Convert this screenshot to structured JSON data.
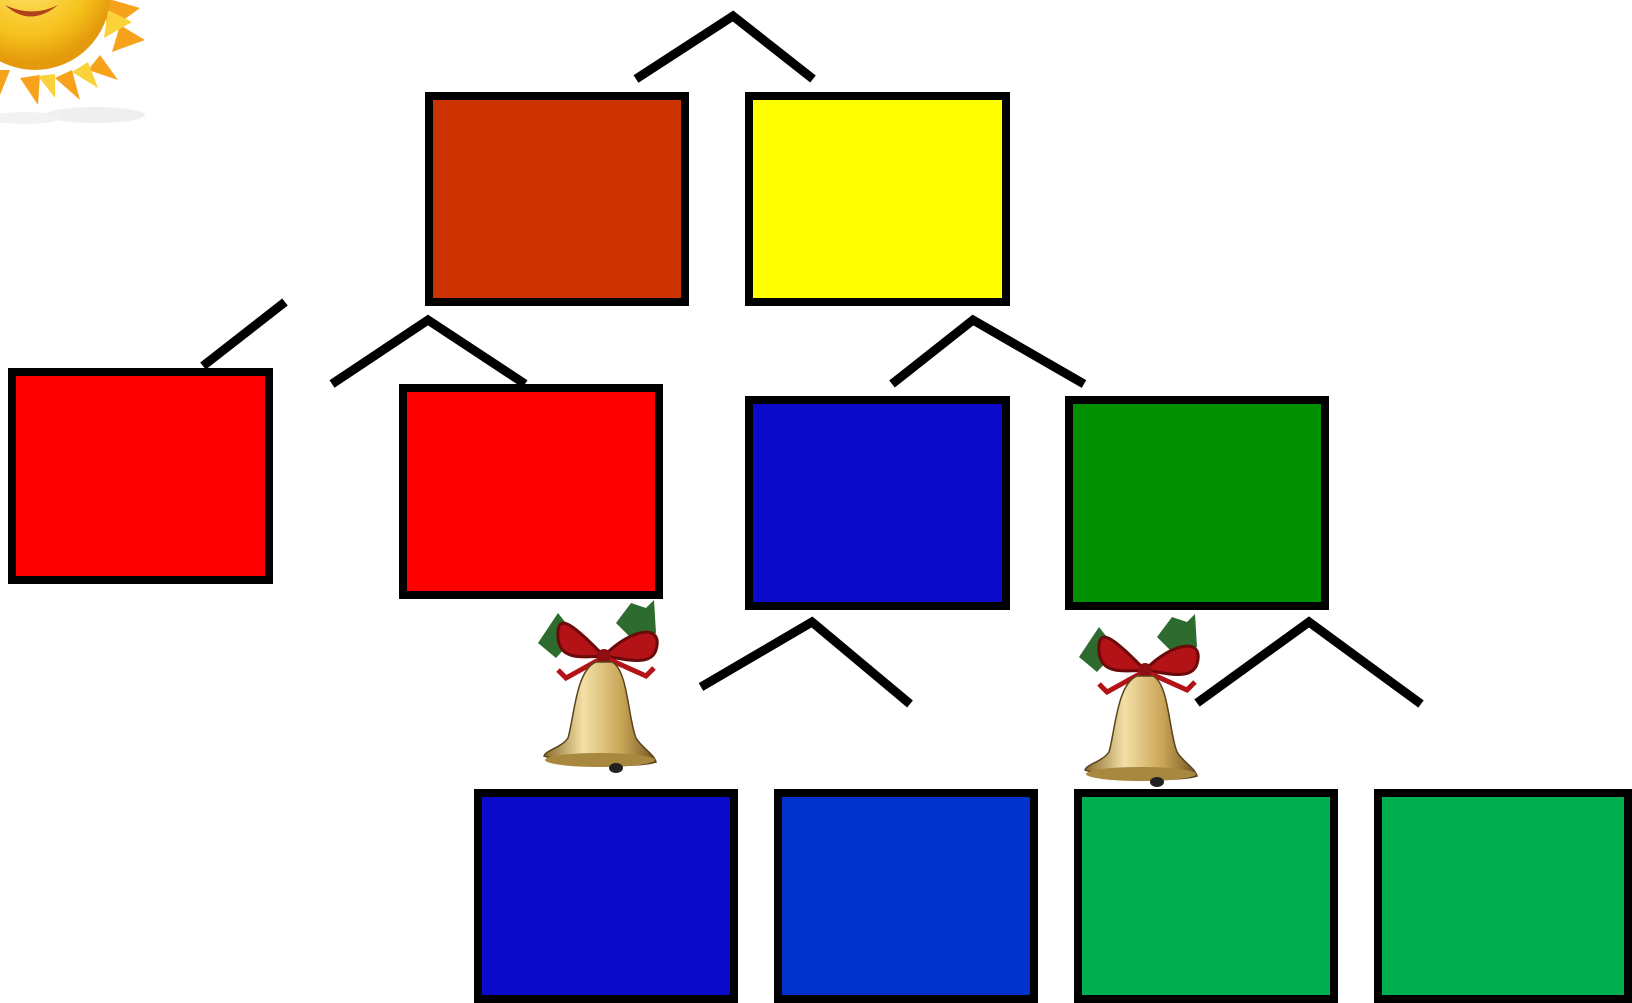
{
  "decorations": {
    "sun_icon": "sun-icon",
    "bell_icon": "bell-icon"
  },
  "colors": {
    "border": "#000000",
    "rust": "#CC3300",
    "yellow": "#FFFF00",
    "red": "#FF0000",
    "dark_blue": "#0A0AC8",
    "blue": "#0033CC",
    "dark_green": "#008F00",
    "green": "#00AD4F"
  },
  "diagram": {
    "boxes": [
      {
        "name": "box-rust",
        "color": "rust"
      },
      {
        "name": "box-yellow",
        "color": "yellow"
      },
      {
        "name": "box-red-left",
        "color": "red"
      },
      {
        "name": "box-red-middle",
        "color": "red"
      },
      {
        "name": "box-dark-blue",
        "color": "dark_blue"
      },
      {
        "name": "box-dark-green",
        "color": "dark_green"
      },
      {
        "name": "box-blue-bottom-1",
        "color": "dark_blue"
      },
      {
        "name": "box-blue-bottom-2",
        "color": "blue"
      },
      {
        "name": "box-green-bottom-1",
        "color": "green"
      },
      {
        "name": "box-green-bottom-2",
        "color": "green"
      }
    ]
  }
}
